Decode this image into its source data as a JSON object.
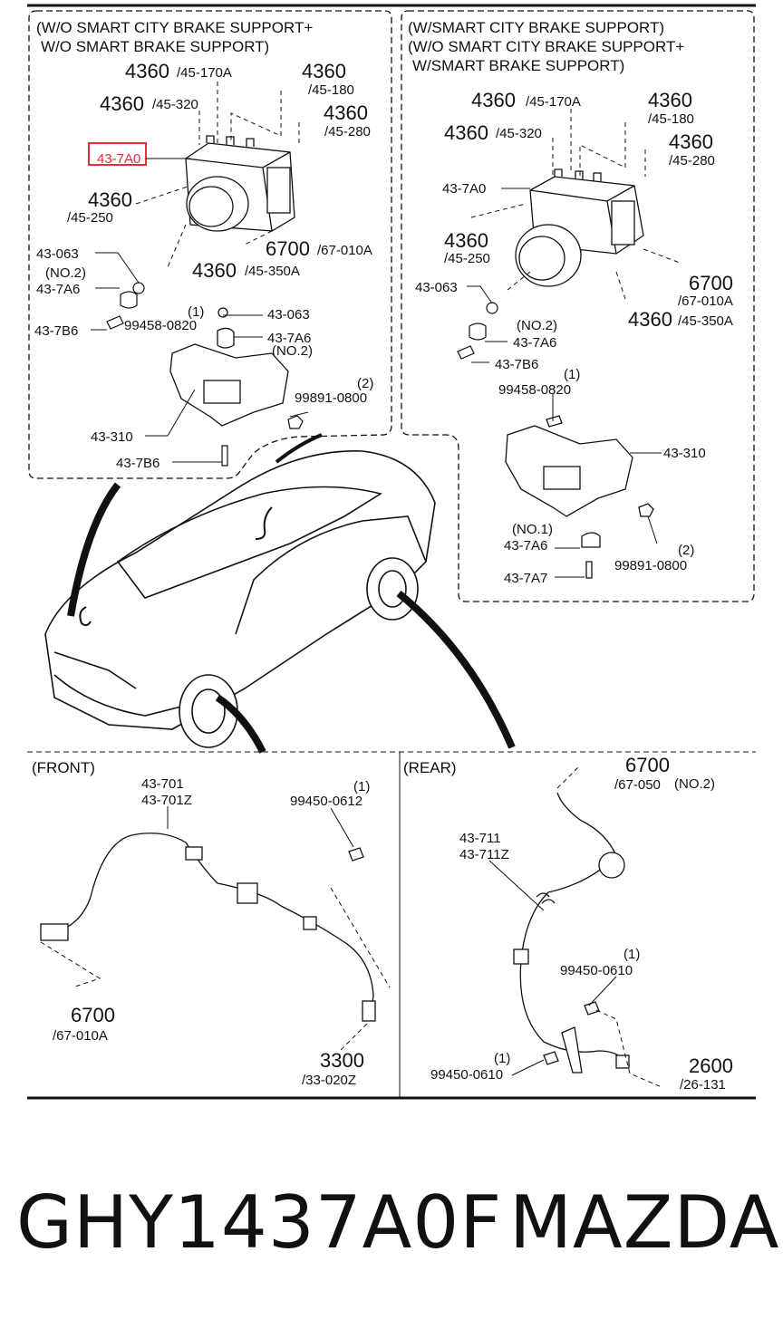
{
  "panels": {
    "wo_header": [
      "(W/O SMART CITY BRAKE SUPPORT+",
      "W/O SMART BRAKE SUPPORT)"
    ],
    "w_header": [
      "(W/SMART CITY BRAKE SUPPORT)",
      "(W/O SMART CITY BRAKE SUPPORT+",
      "W/SMART BRAKE SUPPORT)"
    ],
    "front": "(FRONT)",
    "rear": "(REAR)"
  },
  "highlight_color": "#e0303a",
  "labels": {
    "l1": "4360",
    "l2": "/45-170A",
    "l3": "4360",
    "l4": "/45-180",
    "l5": "4360",
    "l6": "/45-320",
    "l7": "4360",
    "l8": "/45-280",
    "l9": "43-7A0",
    "l10": "4360",
    "l11": "/45-250",
    "l12": "6700",
    "l13": "/67-010A",
    "l14": "43-063",
    "l15": "4360",
    "l16": "/45-350A",
    "l17": "(NO.2)",
    "l18": "43-7A6",
    "l19": "(1)",
    "l20": "43-063",
    "l21": "43-7B6",
    "l22": "99458-0820",
    "l23": "43-7A6",
    "l24": "(NO.2)",
    "l25": "(2)",
    "l26": "99891-0800",
    "l27": "43-310",
    "l28": "43-7B6",
    "r1": "4360",
    "r2": "/45-170A",
    "r3": "4360",
    "r4": "/45-180",
    "r5": "4360",
    "r6": "/45-320",
    "r7": "4360",
    "r8": "/45-280",
    "r9": "43-7A0",
    "r10": "4360",
    "r11": "/45-250",
    "r12": "6700",
    "r13": "/67-010A",
    "r14": "43-063",
    "r15": "4360",
    "r16": "/45-350A",
    "r17": "(NO.2)",
    "r18": "43-7A6",
    "r19": "43-7B6",
    "r20": "(1)",
    "r21": "99458-0820",
    "r22": "43-310",
    "r23": "(NO.1)",
    "r24": "43-7A6",
    "r25": "(2)",
    "r26": "99891-0800",
    "r27": "43-7A7",
    "f1": "43-701",
    "f2": "43-701Z",
    "f3": "(1)",
    "f4": "99450-0612",
    "f5": "6700",
    "f6": "/67-010A",
    "f7": "3300",
    "f8": "/33-020Z",
    "b1": "6700",
    "b2": "/67-050",
    "b3": "(NO.2)",
    "b4": "43-711",
    "b5": "43-711Z",
    "b6": "(1)",
    "b7": "99450-0610",
    "b8": "(1)",
    "b9": "99450-0610",
    "b10": "2600",
    "b11": "/26-131"
  },
  "footer": {
    "part_number": "GHY1437A0F",
    "brand": "MAZDA"
  }
}
